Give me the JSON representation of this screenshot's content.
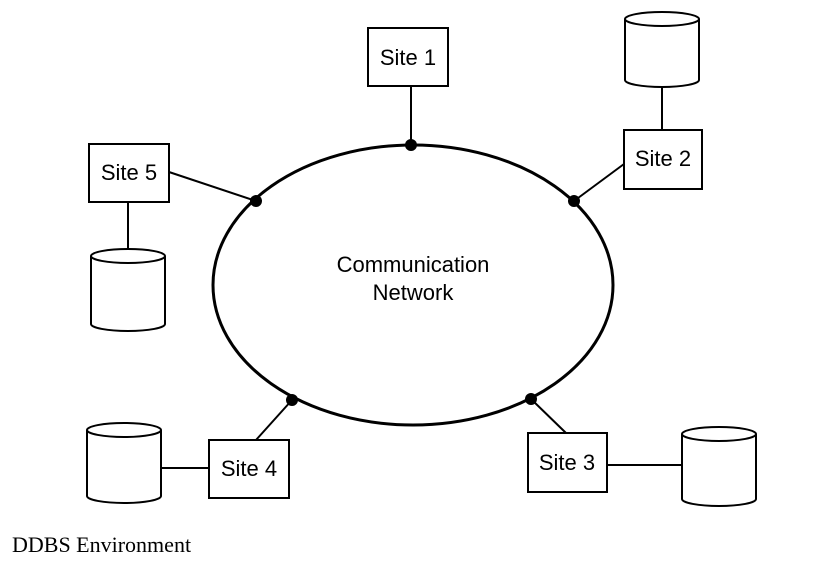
{
  "diagram": {
    "network_label_line1": "Communication",
    "network_label_line2": "Network",
    "sites": [
      {
        "label": "Site 1",
        "has_database": false
      },
      {
        "label": "Site 2",
        "has_database": true
      },
      {
        "label": "Site 3",
        "has_database": true
      },
      {
        "label": "Site 4",
        "has_database": true
      },
      {
        "label": "Site 5",
        "has_database": true
      }
    ]
  },
  "caption": "DDBS Environment",
  "colors": {
    "stroke": "#000000",
    "background": "#ffffff"
  }
}
